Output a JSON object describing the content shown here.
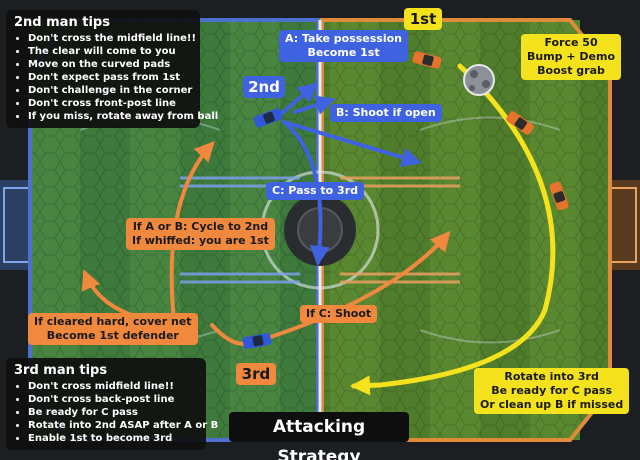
{
  "title": "Attacking Strategy",
  "second_man_tips": {
    "heading": "2nd man tips",
    "items": [
      "Don't cross the midfield line!!",
      "The clear will come to you",
      "Move on the curved pads",
      "Don't expect pass from 1st",
      "Don't challenge in the corner",
      "Don't cross front-post line",
      "If you miss, rotate away from ball"
    ]
  },
  "third_man_tips": {
    "heading": "3rd man tips",
    "items": [
      "Don't cross midfield line!!",
      "Don't cross back-post line",
      "Be ready for C pass",
      "Rotate into 2nd ASAP after A or B",
      "Enable 1st to become 3rd"
    ]
  },
  "badges": {
    "first": "1st",
    "second": "2nd",
    "third": "3rd"
  },
  "labels": {
    "a": [
      "A: Take possession",
      "Become 1st"
    ],
    "b": "B: Shoot if open",
    "c": "C: Pass to 3rd",
    "cycle": [
      "If A or B: Cycle to 2nd",
      "If whiffed: you are 1st"
    ],
    "if_c": "If C: Shoot",
    "cleared": [
      "If cleared hard, cover net",
      "Become 1st defender"
    ],
    "force": [
      "Force 50",
      "Bump + Demo",
      "Boost grab"
    ],
    "rotate": [
      "Rotate into 3rd",
      "Be ready for C pass",
      "Or clean up B if missed"
    ]
  },
  "icons": {
    "car_first": "orange-car-icon",
    "car_second": "blue-car-icon",
    "car_third": "blue-car-icon",
    "ball": "ball-icon"
  },
  "colors": {
    "blue": "#3f63e0",
    "orange": "#f0883e",
    "yellow": "#f4e21c",
    "field_green": "#3f7d2c"
  }
}
